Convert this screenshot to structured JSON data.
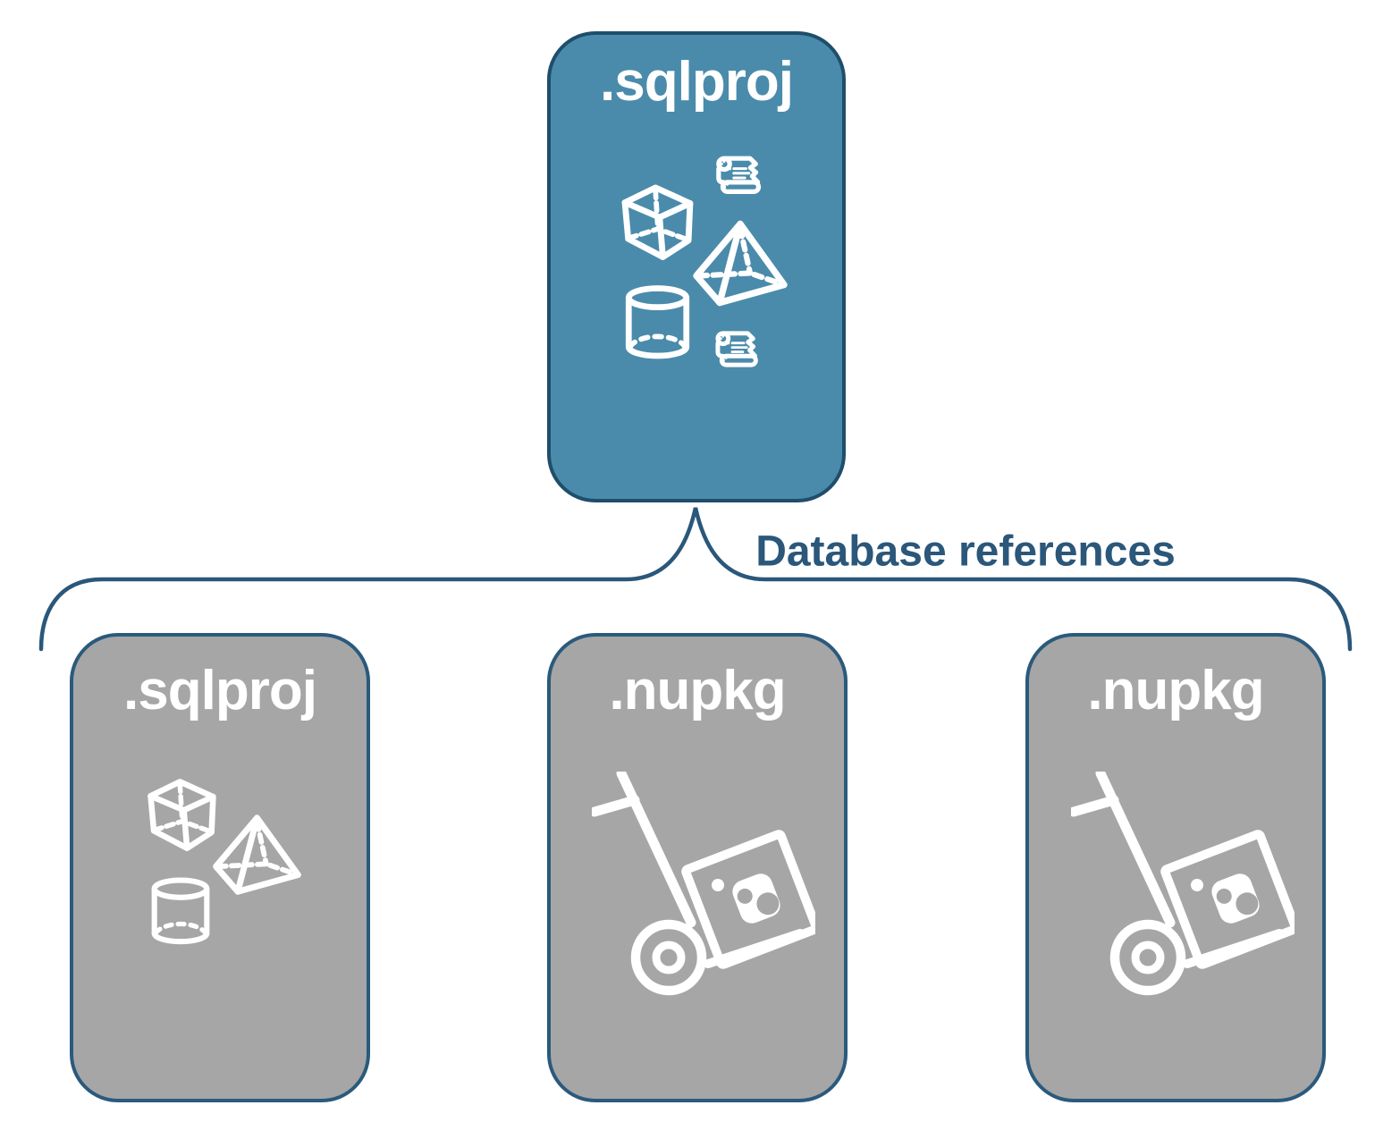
{
  "colors": {
    "root_box_fill": "#4a8bab",
    "root_box_border": "#1f4e6b",
    "referenced_box_fill": "#a6a6a6",
    "referenced_box_border": "#2a5a7c",
    "connector_accent": "#2a577a",
    "icon_white": "#ffffff"
  },
  "connector_label": "Database references",
  "root_box": {
    "label": ".sqlproj",
    "icons": [
      "scroll-icon",
      "cube-icon",
      "pyramid-icon",
      "cylinder-icon",
      "scroll-icon"
    ]
  },
  "referenced_boxes": [
    {
      "label": ".sqlproj",
      "icons": [
        "cube-icon",
        "pyramid-icon",
        "cylinder-icon"
      ]
    },
    {
      "label": ".nupkg",
      "icons": [
        "nuget-handtruck-icon"
      ]
    },
    {
      "label": ".nupkg",
      "icons": [
        "nuget-handtruck-icon"
      ]
    }
  ]
}
